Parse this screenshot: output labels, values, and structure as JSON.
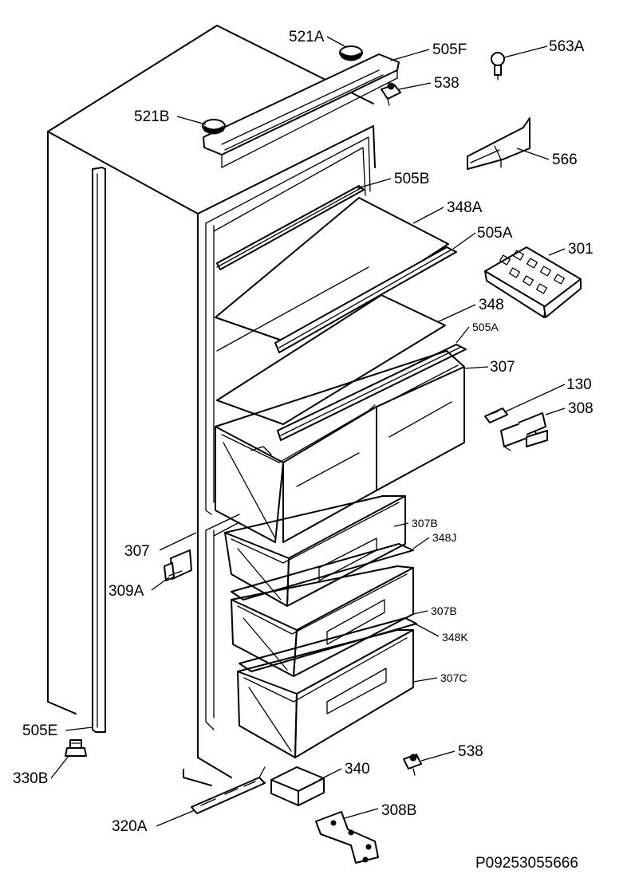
{
  "reference_code": "P09253055666",
  "labels": {
    "l521A": "521A",
    "l505F": "505F",
    "l563A": "563A",
    "l538_top": "538",
    "l521B": "521B",
    "l566": "566",
    "l505B": "505B",
    "l348A": "348A",
    "l505A_1": "505A",
    "l301": "301",
    "l348": "348",
    "l505A_2": "505A",
    "l307_right": "307",
    "l130": "130",
    "l308": "308",
    "l307B_1": "307B",
    "l348J": "348J",
    "l307_left": "307",
    "l309A": "309A",
    "l307B_2": "307B",
    "l348K": "348K",
    "l307C": "307C",
    "l505E": "505E",
    "l538_bottom": "538",
    "l330B": "330B",
    "l340": "340",
    "l320A": "320A",
    "l308B": "308B"
  }
}
